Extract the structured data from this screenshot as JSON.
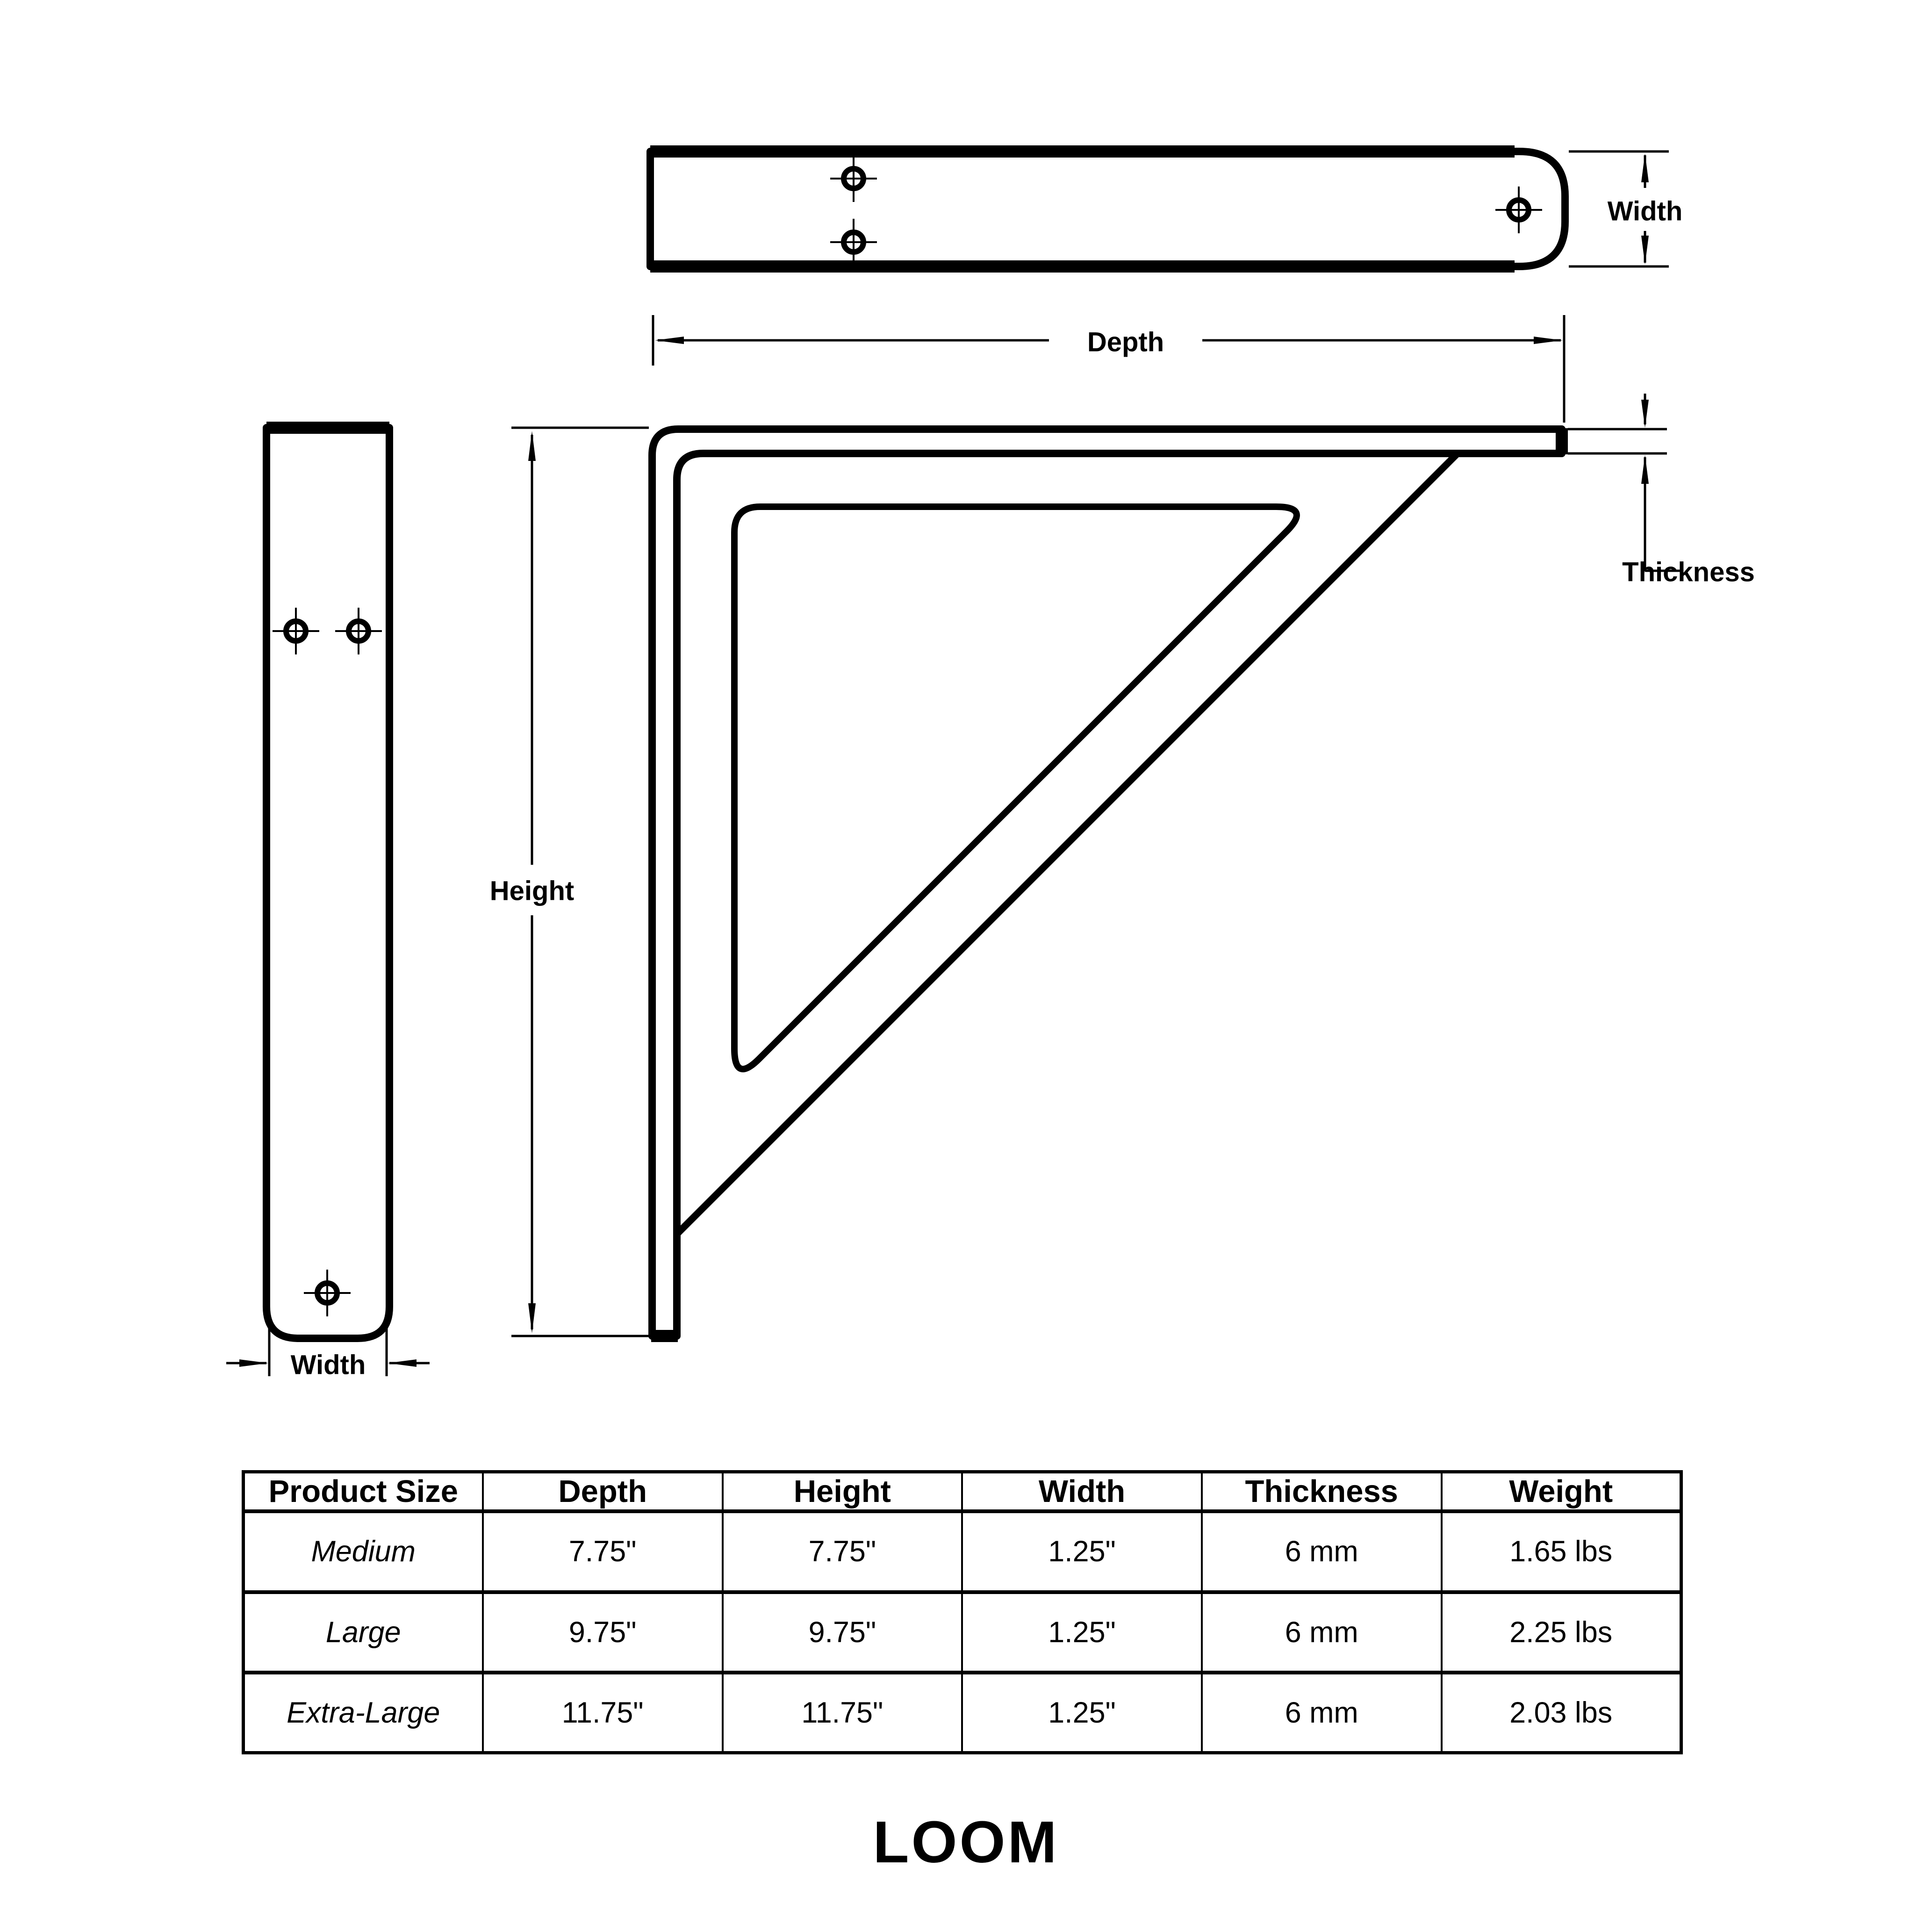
{
  "drawing": {
    "labels": {
      "top_width": "Width",
      "depth": "Depth",
      "height": "Height",
      "thickness": "Thickness",
      "side_width": "Width"
    },
    "colors": {
      "line": "#000000",
      "background": "#ffffff"
    }
  },
  "table": {
    "headers": [
      "Product Size",
      "Depth",
      "Height",
      "Width",
      "Thickness",
      "Weight"
    ],
    "rows": [
      {
        "size": "Medium",
        "depth": "7.75\"",
        "height": "7.75\"",
        "width": "1.25\"",
        "thickness": "6 mm",
        "weight": "1.65 lbs"
      },
      {
        "size": "Large",
        "depth": "9.75\"",
        "height": "9.75\"",
        "width": "1.25\"",
        "thickness": "6 mm",
        "weight": "2.25 lbs"
      },
      {
        "size": "Extra-Large",
        "depth": "11.75\"",
        "height": "11.75\"",
        "width": "1.25\"",
        "thickness": "6 mm",
        "weight": "2.03 lbs"
      }
    ]
  },
  "brand": "LOOM"
}
